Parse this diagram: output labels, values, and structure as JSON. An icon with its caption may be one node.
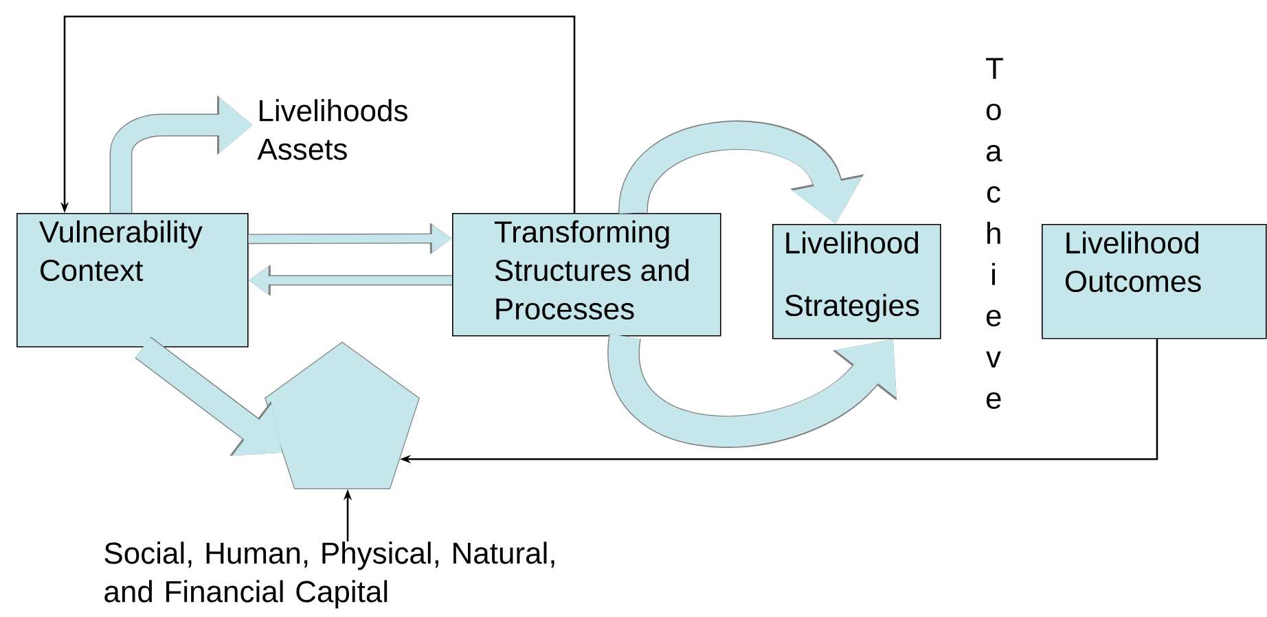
{
  "diagram": {
    "nodes": [
      {
        "text": [
          "Vulnerability Context"
        ]
      },
      {
        "text": [
          "Transforming Structures and Processes"
        ]
      },
      {
        "text": [
          "Livelihood",
          "Strategies"
        ]
      },
      {
        "text": [
          "Livelihood Outcomes"
        ]
      },
      {
        "text": [],
        "shape": "pentagon"
      },
      {
        "text": [
          "Social, Human, Physical, Natural, and Financial Capital"
        ]
      },
      {
        "text": [
          "Livelihoods Assets"
        ]
      }
    ],
    "edges": [
      {
        "from": 0,
        "to": 1,
        "arrow": "to"
      },
      {
        "from": 1,
        "to": 0,
        "arrow": "to"
      },
      {
        "from": 1,
        "to": 0,
        "arrow": "to",
        "color": "#000000"
      },
      {
        "from": 3,
        "to": 4,
        "arrow": "to",
        "color": "#000000"
      },
      {
        "from": 5,
        "to": 4,
        "arrow": "to",
        "color": "#000000"
      },
      {
        "from": 0,
        "to": 4,
        "arrow": "to",
        "style": "thick"
      },
      {
        "from": 0,
        "to": 6,
        "arrow": "to",
        "style": "thick"
      },
      {
        "from": 1,
        "to": 2,
        "arrow": "to",
        "style": "thick"
      },
      {
        "from": 1,
        "to": 2,
        "arrow": "to",
        "style": "thick"
      }
    ],
    "labels": [
      "To achieve"
    ]
  }
}
